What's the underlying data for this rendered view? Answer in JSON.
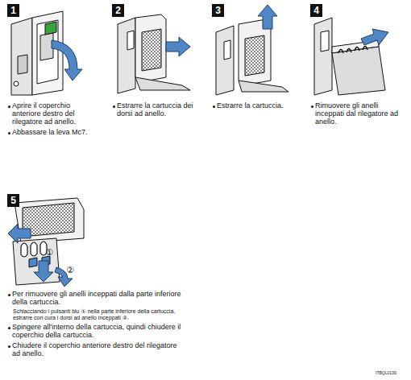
{
  "diagram": {
    "nodes": [
      {
        "text": [
          "1"
        ]
      },
      {
        "text": [
          "2"
        ]
      },
      {
        "text": [
          "3"
        ]
      },
      {
        "text": [
          "4"
        ]
      },
      {
        "text": [
          "5"
        ]
      }
    ],
    "labels": [
      "Aprire il coperchio anteriore destro del rilegatore ad anello.",
      "Abbassare la leva Mc7.",
      "Estrarre la cartuccia dei dorsi ad anello.",
      "Estrarre la cartuccia.",
      "Rimuovere gli anelli inceppati dal rilegatore ad anello.",
      "Per rimuovere gli anelli inceppati dalla parte inferiore della cartuccia.",
      "Schiacciando i pulsanti blu ① nella parte inferiore della cartuccia, estrarre con cura i dorsi ad anello inceppati ②.",
      "Spingere all'interno della cartuccia, quindi chiudere il coperchio della cartuccia.",
      "Chiudere il coperchio anteriore destro del rilegatore ad anello.",
      "①",
      "②",
      "ITBQL013S"
    ]
  }
}
